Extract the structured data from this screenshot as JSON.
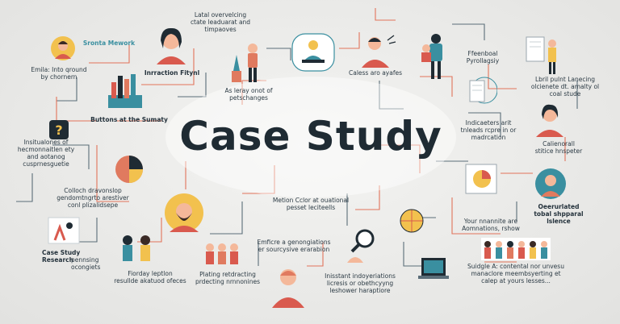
{
  "title": "Case Study",
  "colors": {
    "navy": "#1f2b33",
    "orange": "#e07a5f",
    "teal": "#3a8fa0",
    "red": "#d95a4e",
    "yellow": "#f2c14e",
    "line": "#e2735a",
    "line2": "#5a6d78"
  },
  "labels": {
    "top_left_name": "Sronta Mework",
    "top_left_desc": "Emila: Into qround\nby chornern",
    "interaction": "Inrraction Fitynl",
    "top_center_a": "Latal overvelcing\nctate leaduarat and\ntimpaoves",
    "buttons": "Buttons at the Sumaty",
    "arlray": "As leray onot of\npetschanges",
    "caless": "Caless aro ayafes",
    "feenboal": "Ffeenboal\nPyrollagsiy",
    "lbril": "Lbril pulnt Lanecing\nolcienete dt. amalty ol\ncoal stude",
    "insitualones": "Insitualones of\nhecmonnaitlen ety\nand aotanog\ncusprnesguetie",
    "indicators": "Indicaeters arit\ntnleads rcpre in or\nmadrcation",
    "calienorall": "Calienorall\nstitice hnspeter",
    "colloch": "Colloch dravonslop\ngendomtngrto arestiver\nconl plizalidsepe",
    "metion": "Metion Cclor at ouational\npesset leciteells",
    "oerulated": "Oeerurlated\ntobal shpparal\nlslence",
    "case_research_bold": "Case Study\nResearch",
    "case_research_rest": "pennsing\nocongiets",
    "fiorday": "Fiorday leptlon\nresullde akatuod ofeces",
    "plating": "Plating retdracting\nprdecting nrnnonines",
    "emficre": "Emficre a genongiations\ner sourcysive erarabion",
    "your": "Your nnannite are\nAomnations, rshow",
    "inisstant": "Inisstant indoyeriations\nlicresis or obethcyyng\nleshower haraptiore",
    "suidgle": "Suidgle A: contental nor unvesu\nmanaclore meembsyerting et\ncalep at yours lesses..."
  },
  "icons": [
    "user-avatar-icon",
    "team-icon",
    "bar-chart-icon",
    "question-icon",
    "pie-chart-icon",
    "laptop-person-icon",
    "magnifier-icon",
    "presentation-icon",
    "document-icon",
    "meeting-icon",
    "globe-icon"
  ]
}
